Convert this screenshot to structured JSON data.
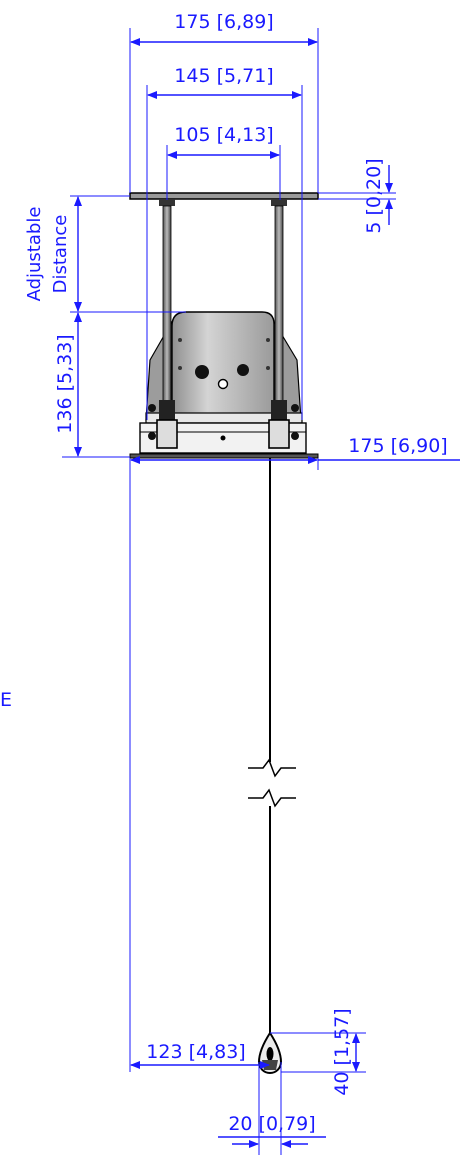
{
  "dimensions": {
    "top_width": "175 [6,89]",
    "mid_width": "145 [5,71]",
    "inner_width": "105 [4,13]",
    "plate_thickness": "5 [0,20]",
    "adjustable_line1": "Adjustable",
    "adjustable_line2": "Distance",
    "body_height": "136 [5,33]",
    "base_width": "175 [6,90]",
    "cable_offset": "123 [4,83]",
    "hook_height": "40 [1,57]",
    "hook_width": "20 [0,79]"
  },
  "side_label": "E",
  "colors": {
    "dimension": "#1a1aff",
    "outline": "#000000",
    "body_fill": "#c8c8c8"
  }
}
